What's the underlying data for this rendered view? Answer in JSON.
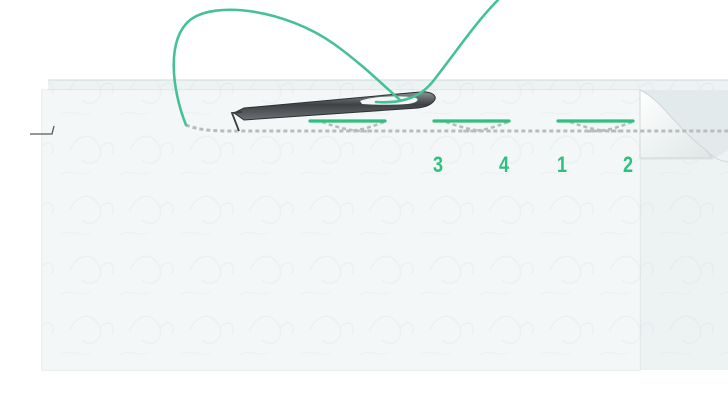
{
  "colors": {
    "thread": "#45c294",
    "stitch": "#2ec07f",
    "labels": "#2ec07f",
    "fold_line": "#b9bcbc",
    "paper": "#f3f6f6",
    "paper_back": "#e6eeef",
    "needle": "#5b5e61"
  },
  "icons": {
    "needle": "sewing-needle-icon",
    "corner": "page-curl-icon"
  },
  "step_labels": [
    "3",
    "4",
    "1",
    "2"
  ]
}
